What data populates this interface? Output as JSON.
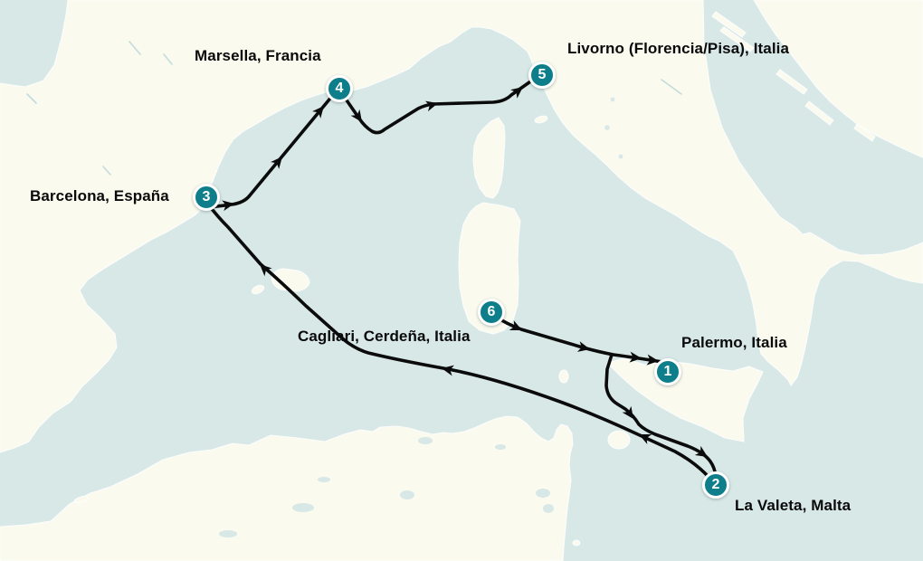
{
  "colors": {
    "sea": "#d7e8e7",
    "land": "#fafaef",
    "coast": "#ffffff",
    "route": "#0b0b0b",
    "marker_fill": "#0d7e8a",
    "marker_ring": "#ffffff",
    "marker_number": "#ffffff",
    "label_text": "#0a0a0a",
    "river": "#c3dcdb"
  },
  "stops": [
    {
      "number": "1",
      "label": "Palermo, Italia"
    },
    {
      "number": "2",
      "label": "La Valeta, Malta"
    },
    {
      "number": "3",
      "label": "Barcelona, España"
    },
    {
      "number": "4",
      "label": "Marsella, Francia"
    },
    {
      "number": "5",
      "label": "Livorno (Florencia/Pisa), Italia"
    },
    {
      "number": "6",
      "label": "Cagliari, Cerdeña, Italia"
    }
  ],
  "route_segments": [
    {
      "from": "1",
      "to": "2"
    },
    {
      "from": "2",
      "to": "3"
    },
    {
      "from": "3",
      "to": "4"
    },
    {
      "from": "4",
      "to": "5"
    },
    {
      "from": "6",
      "to": "1"
    }
  ]
}
